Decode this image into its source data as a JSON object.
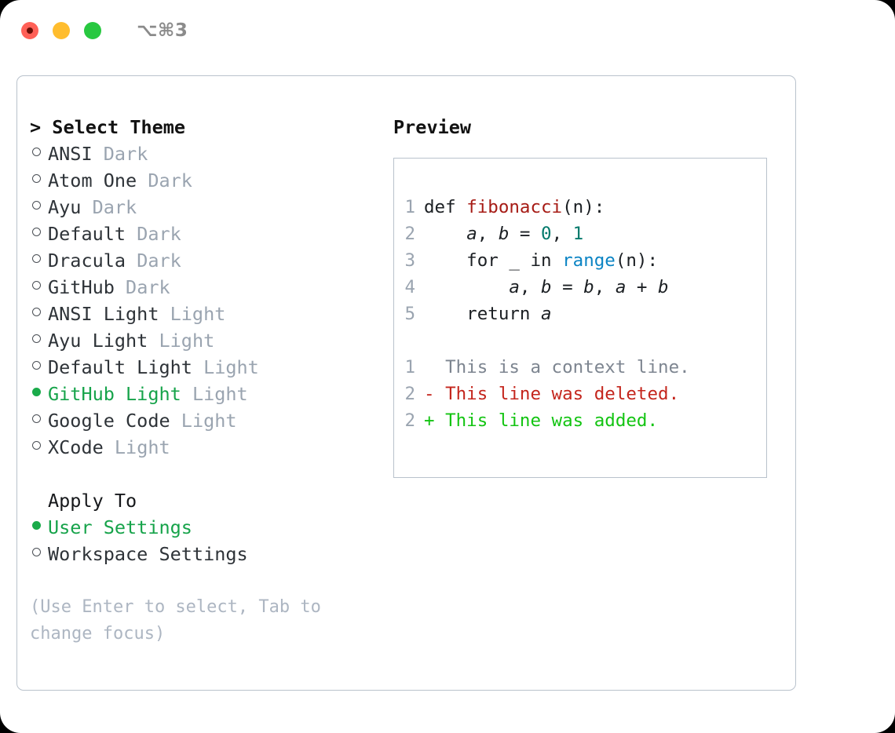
{
  "window": {
    "shortcut": "⌥⌘3",
    "traffic_lights": [
      {
        "name": "close-button",
        "color": "#ff6057"
      },
      {
        "name": "minimize-button",
        "color": "#ffbd2e"
      },
      {
        "name": "maximize-button",
        "color": "#28c840"
      }
    ]
  },
  "theme_picker": {
    "heading": "> Select Theme",
    "selected_theme": "GitHub Light",
    "items": [
      {
        "name": "ANSI",
        "variant": "Dark",
        "selected": false
      },
      {
        "name": "Atom One",
        "variant": "Dark",
        "selected": false
      },
      {
        "name": "Ayu",
        "variant": "Dark",
        "selected": false
      },
      {
        "name": "Default",
        "variant": "Dark",
        "selected": false
      },
      {
        "name": "Dracula",
        "variant": "Dark",
        "selected": false
      },
      {
        "name": "GitHub",
        "variant": "Dark",
        "selected": false
      },
      {
        "name": "ANSI Light",
        "variant": "Light",
        "selected": false
      },
      {
        "name": "Ayu Light",
        "variant": "Light",
        "selected": false
      },
      {
        "name": "Default Light",
        "variant": "Light",
        "selected": false
      },
      {
        "name": "GitHub Light",
        "variant": "Light",
        "selected": true
      },
      {
        "name": "Google Code",
        "variant": "Light",
        "selected": false
      },
      {
        "name": "XCode",
        "variant": "Light",
        "selected": false
      }
    ]
  },
  "apply_to": {
    "heading": "Apply To",
    "selected": "User Settings",
    "items": [
      {
        "name": "User Settings",
        "selected": true
      },
      {
        "name": "Workspace Settings",
        "selected": false
      }
    ]
  },
  "hint": "(Use Enter to select, Tab to change focus)",
  "preview": {
    "heading": "Preview",
    "code_lines": [
      {
        "num": "1",
        "tokens": [
          {
            "t": "def ",
            "c": "kw"
          },
          {
            "t": "fibonacci",
            "c": "fn"
          },
          {
            "t": "(n):",
            "c": "punct"
          }
        ]
      },
      {
        "num": "2",
        "tokens": [
          {
            "t": "    ",
            "c": "punct"
          },
          {
            "t": "a",
            "c": "var"
          },
          {
            "t": ", ",
            "c": "punct"
          },
          {
            "t": "b",
            "c": "var"
          },
          {
            "t": " = ",
            "c": "punct"
          },
          {
            "t": "0",
            "c": "num"
          },
          {
            "t": ", ",
            "c": "punct"
          },
          {
            "t": "1",
            "c": "num"
          }
        ]
      },
      {
        "num": "3",
        "tokens": [
          {
            "t": "    for _ in ",
            "c": "kw"
          },
          {
            "t": "range",
            "c": "call"
          },
          {
            "t": "(n):",
            "c": "punct"
          }
        ]
      },
      {
        "num": "4",
        "tokens": [
          {
            "t": "        ",
            "c": "punct"
          },
          {
            "t": "a",
            "c": "var"
          },
          {
            "t": ", ",
            "c": "punct"
          },
          {
            "t": "b",
            "c": "var"
          },
          {
            "t": " = ",
            "c": "punct"
          },
          {
            "t": "b",
            "c": "var"
          },
          {
            "t": ", ",
            "c": "punct"
          },
          {
            "t": "a",
            "c": "var"
          },
          {
            "t": " + ",
            "c": "punct"
          },
          {
            "t": "b",
            "c": "var"
          }
        ]
      },
      {
        "num": "5",
        "tokens": [
          {
            "t": "    return ",
            "c": "kw"
          },
          {
            "t": "a",
            "c": "var"
          }
        ]
      }
    ],
    "diff_lines": [
      {
        "num": "1",
        "marker": " ",
        "text": "This is a context line.",
        "kind": "ctx"
      },
      {
        "num": "2",
        "marker": "-",
        "text": "This line was deleted.",
        "kind": "del"
      },
      {
        "num": "2",
        "marker": "+",
        "text": "This line was added.",
        "kind": "add"
      }
    ]
  },
  "colors": {
    "accent_green": "#16a34a",
    "bullet_green": "#1aab4a",
    "muted": "#9aa4b0",
    "border": "#b9c2cc",
    "diff_add": "#13c412",
    "diff_del": "#c4261d",
    "diff_ctx": "#7d8590",
    "token_function": "#a61b15",
    "token_number": "#00796b",
    "token_call": "#0b84c4"
  }
}
